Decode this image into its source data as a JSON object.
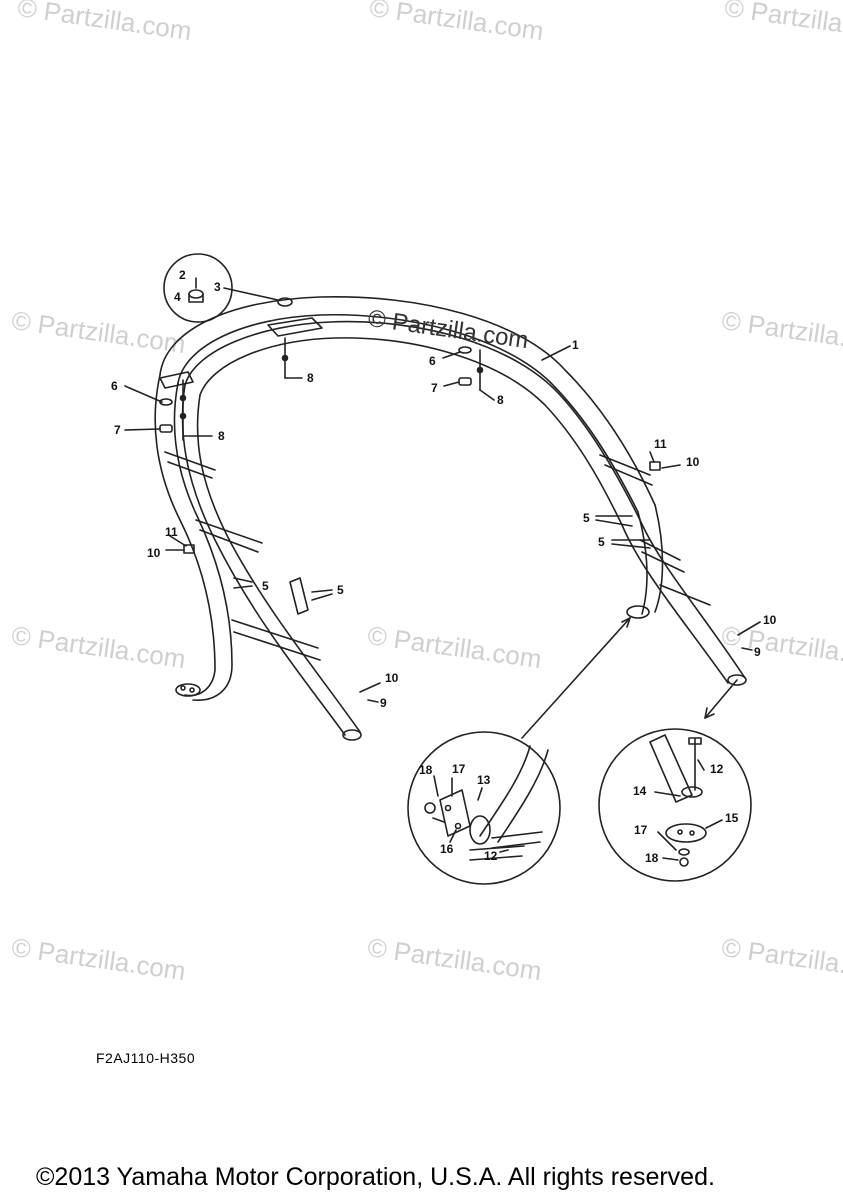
{
  "watermark": "© Partzilla.com",
  "diagram_watermark": "© Partzilla.com",
  "part_number": "F2AJ110-H350",
  "copyright": "©2013 Yamaha Motor Corporation, U.S.A. All rights reserved.",
  "callouts": {
    "c1": "1",
    "c2": "2",
    "c3": "3",
    "c4": "4",
    "c5a": "5",
    "c5b": "5",
    "c5c": "5",
    "c5d": "5",
    "c6a": "6",
    "c6b": "6",
    "c7a": "7",
    "c7b": "7",
    "c8a": "8",
    "c8b": "8",
    "c8c": "8",
    "c9a": "9",
    "c9b": "9",
    "c10a": "10",
    "c10b": "10",
    "c10c": "10",
    "c10d": "10",
    "c11a": "11",
    "c11b": "11",
    "c12a": "12",
    "c12b": "12",
    "c13": "13",
    "c14": "14",
    "c15": "15",
    "c16": "16",
    "c17a": "17",
    "c17b": "17",
    "c18a": "18",
    "c18b": "18"
  }
}
